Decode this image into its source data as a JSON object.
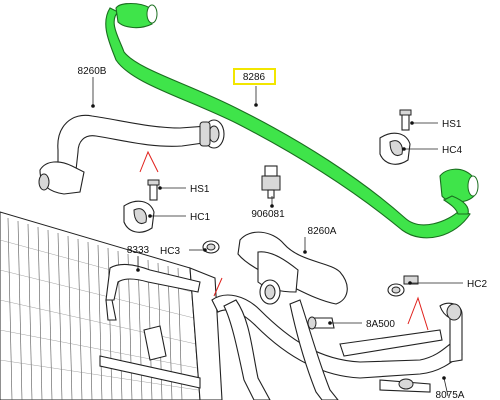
{
  "labels": {
    "p8286": "8286",
    "p8260b": "8260B",
    "p8260a": "8260A",
    "p8333": "8333",
    "p906081": "906081",
    "p8a500": "8A500",
    "p8075a": "8075A",
    "hs1_top": "HS1",
    "hc4": "HC4",
    "hs1_mid": "HS1",
    "hc1": "HC1",
    "hc3": "HC3",
    "hc2": "HC2"
  },
  "colors": {
    "highlight_hose": "#3fe44a",
    "highlight_label_box": "#f2e600",
    "reference_lines": "#e0201b"
  }
}
